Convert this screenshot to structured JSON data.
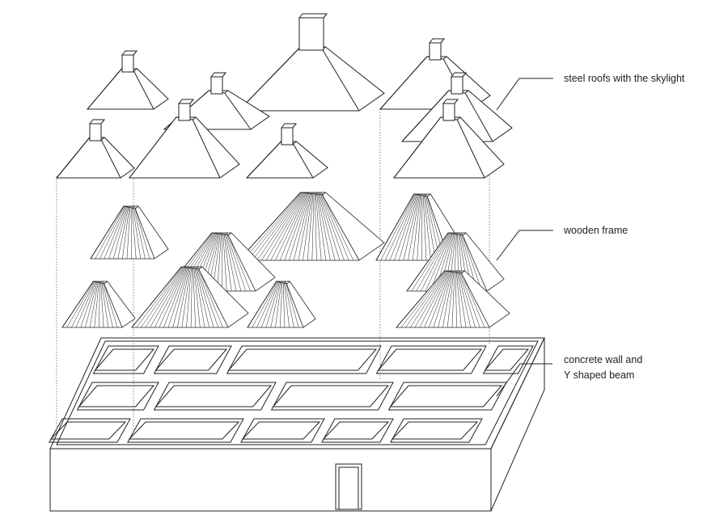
{
  "labels": {
    "roofs": "steel roofs with the skylight",
    "frame": "wooden frame",
    "wall_line1": "concrete wall and",
    "wall_line2": "Y shaped beam"
  },
  "colors": {
    "line": "#222222",
    "background": "#ffffff"
  }
}
